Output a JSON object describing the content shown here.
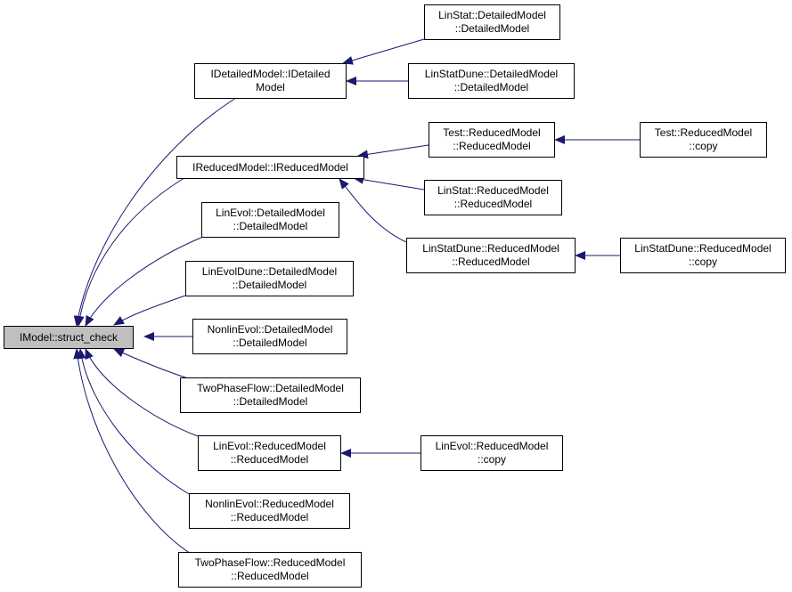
{
  "graph": {
    "edge_color": "#191970",
    "root_fill": "#bfbfbf",
    "nodes": {
      "imodel_struct_check": {
        "lines": [
          "IModel::struct_check"
        ]
      },
      "idetailed_model": {
        "lines": [
          "IDetailedModel::IDetailed",
          "Model"
        ]
      },
      "linstat_detailed": {
        "lines": [
          "LinStat::DetailedModel",
          "::DetailedModel"
        ]
      },
      "linstatdune_detailed": {
        "lines": [
          "LinStatDune::DetailedModel",
          "::DetailedModel"
        ]
      },
      "ireduced_model": {
        "lines": [
          "IReducedModel::IReducedModel"
        ]
      },
      "test_reduced": {
        "lines": [
          "Test::ReducedModel",
          "::ReducedModel"
        ]
      },
      "test_reduced_copy": {
        "lines": [
          "Test::ReducedModel",
          "::copy"
        ]
      },
      "linstat_reduced": {
        "lines": [
          "LinStat::ReducedModel",
          "::ReducedModel"
        ]
      },
      "linstatdune_reduced": {
        "lines": [
          "LinStatDune::ReducedModel",
          "::ReducedModel"
        ]
      },
      "linstatdune_reduced_copy": {
        "lines": [
          "LinStatDune::ReducedModel",
          "::copy"
        ]
      },
      "linevol_detailed": {
        "lines": [
          "LinEvol::DetailedModel",
          "::DetailedModel"
        ]
      },
      "linevoldune_detailed": {
        "lines": [
          "LinEvolDune::DetailedModel",
          "::DetailedModel"
        ]
      },
      "nonlinevol_detailed": {
        "lines": [
          "NonlinEvol::DetailedModel",
          "::DetailedModel"
        ]
      },
      "twophaseflow_detailed": {
        "lines": [
          "TwoPhaseFlow::DetailedModel",
          "::DetailedModel"
        ]
      },
      "linevol_reduced": {
        "lines": [
          "LinEvol::ReducedModel",
          "::ReducedModel"
        ]
      },
      "linevol_reduced_copy": {
        "lines": [
          "LinEvol::ReducedModel",
          "::copy"
        ]
      },
      "nonlinevol_reduced": {
        "lines": [
          "NonlinEvol::ReducedModel",
          "::ReducedModel"
        ]
      },
      "twophaseflow_reduced": {
        "lines": [
          "TwoPhaseFlow::ReducedModel",
          "::ReducedModel"
        ]
      }
    }
  }
}
